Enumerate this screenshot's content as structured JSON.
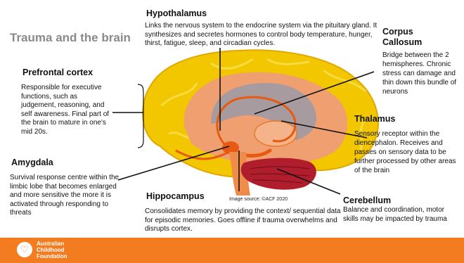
{
  "title": "Trauma and the brain",
  "regions": {
    "hypothalamus": {
      "heading": "Hypothalamus",
      "body": "Links the nervous system to the endocrine system via the pituitary gland. It synthesizes and secretes hormones to control body temperature, hunger, thirst, fatigue, sleep, and circadian cycles."
    },
    "corpus_callosum": {
      "heading": "Corpus Callosum",
      "body": "Bridge between the 2 hemispheres. Chronic stress can damage and thin down this bundle of neurons"
    },
    "prefrontal_cortex": {
      "heading": "Prefrontal cortex",
      "body": "Responsible for executive functions, such as judgement, reasoning, and self awareness. Final part of the brain to mature in one's mid 20s."
    },
    "thalamus": {
      "heading": "Thalamus",
      "body": "Sensory receptor within the diencephalon. Receives and passes on sensory data to be further processed by other areas of the brain"
    },
    "amygdala": {
      "heading": "Amygdala",
      "body": "Survival response centre within the limbic lobe that becomes enlarged and more sensitive the more it is activated through responding to threats"
    },
    "hippocampus": {
      "heading": "Hippocampus",
      "body": "Consolidates memory by providing the context/ sequential data for episodic memories. Goes offline if trauma overwhelms and disrupts cortex."
    },
    "cerebellum": {
      "heading": "Cerebellum",
      "body": "Balance and coordination, motor skills may be impacted by trauma"
    }
  },
  "image_credit": "Image source: ©ACF 2020",
  "footer": {
    "org_line1": "Australian",
    "org_line2": "Childhood",
    "org_line3": "Foundation",
    "logo_icon": "heart-icon",
    "brand_color": "#f47c20"
  }
}
